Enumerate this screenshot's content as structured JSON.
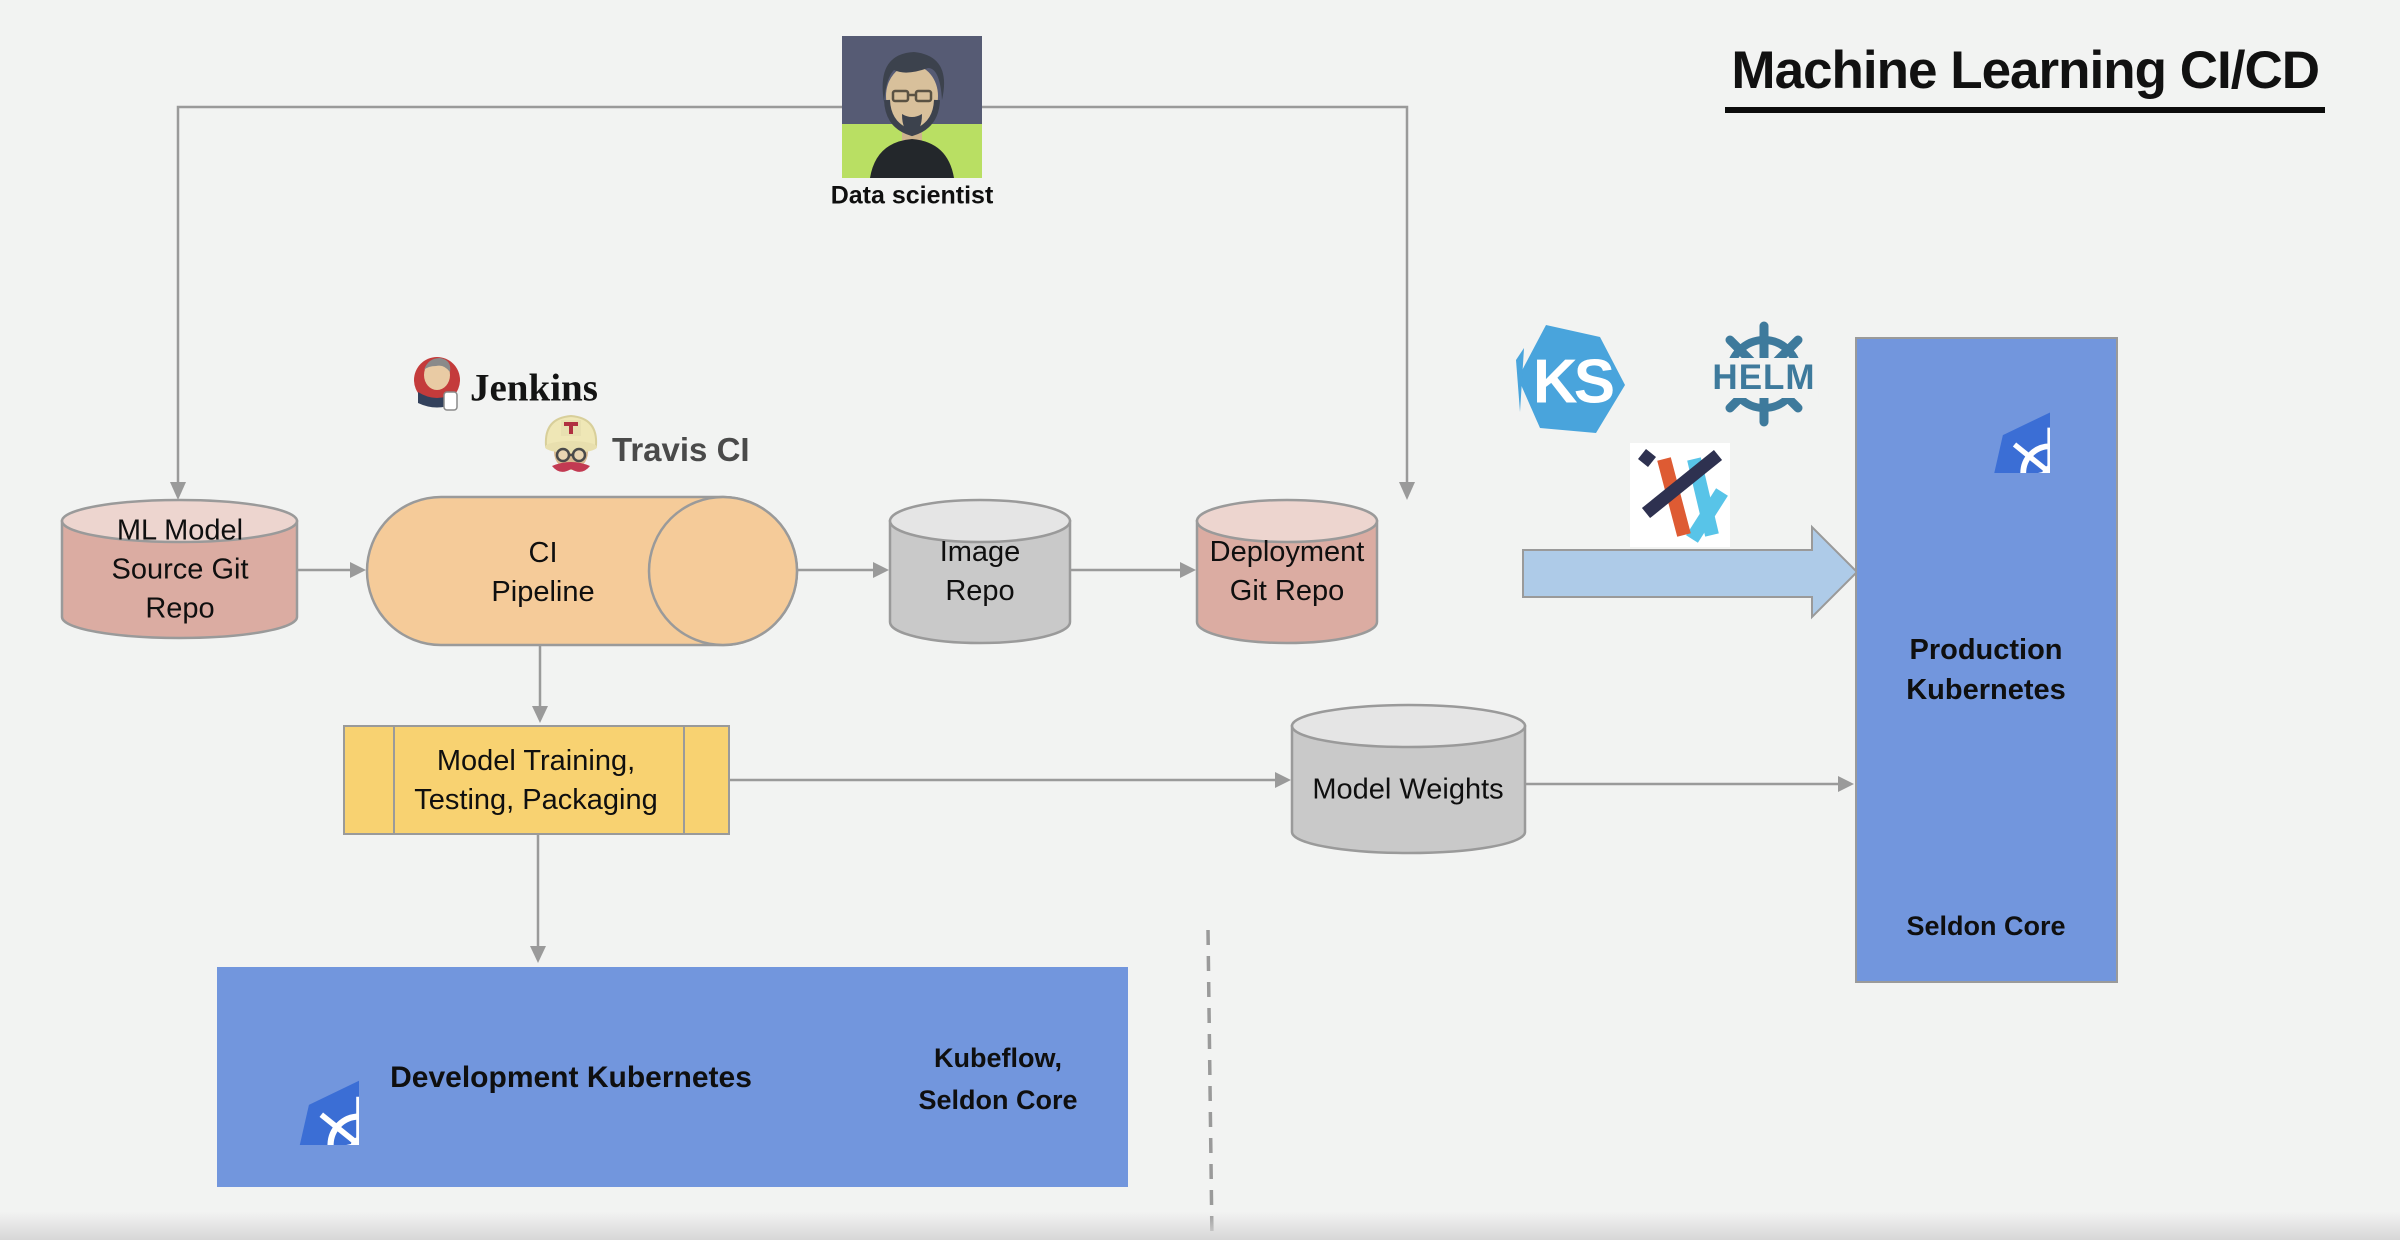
{
  "title": "Machine Learning CI/CD",
  "actor": {
    "label": "Data scientist"
  },
  "ci_tools": {
    "jenkins_label": "Jenkins",
    "travis_label": "Travis CI"
  },
  "deploy_tools": {
    "ks_label": "KS",
    "helm_label": "HELM"
  },
  "nodes": {
    "ml_repo_label": "ML Model\nSource Git\nRepo",
    "ci_pipeline_label": "CI\nPipeline",
    "image_repo_label": "Image\nRepo",
    "deployment_repo_label": "Deployment\nGit Repo",
    "model_training_label": "Model Training,\nTesting, Packaging",
    "model_weights_label": "Model Weights",
    "production": {
      "title": "Production\nKubernetes",
      "runtime": "Seldon Core"
    },
    "development": {
      "title": "Development Kubernetes",
      "runtime": "Kubeflow,\nSeldon Core"
    }
  },
  "colors": {
    "page_bg": "#F2F3F2",
    "kubernetes_box_blue": "#7296DD",
    "kubernetes_logo_blue": "#3B6ED5",
    "process_yellow": "#F8D271",
    "repo_pink": "#DBACA2",
    "pipeline_tan": "#F5CB99",
    "repo_gray": "#C9C9C9",
    "deploy_arrow_blue": "#AECBE8",
    "connector_gray": "#9A9A9A",
    "helm_teal": "#3E7A9C",
    "ksonnet_blue": "#49A4DC"
  }
}
